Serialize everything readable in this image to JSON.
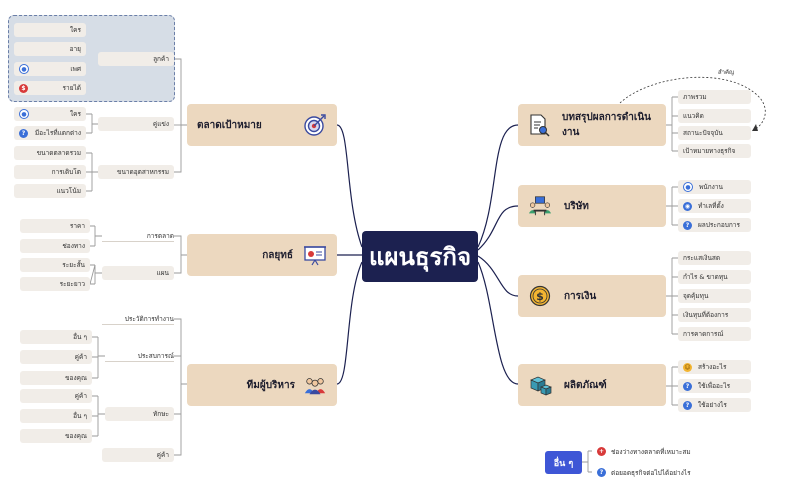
{
  "center": {
    "label": "แผนธุรกิจ"
  },
  "colors": {
    "center": "#1c2150",
    "branch": "#ecd8bf",
    "leaf": "#f1ede8",
    "line": "#1c2150",
    "accent_blue": "#3a6fd8",
    "accent_red": "#d83a3a",
    "other_btn": "#3e56d6"
  },
  "branches": {
    "marketing": {
      "label": "ตลาดเป้าหมาย",
      "icon": "target-icon",
      "customers": {
        "label": "ลูกค้า",
        "items": [
          "ใคร",
          "อายุ",
          "เพศ",
          "รายได้"
        ]
      },
      "competitors": {
        "label": "คู่แข่ง",
        "items": [
          "ใคร",
          "มีอะไรที่แตกต่าง"
        ]
      },
      "industry": {
        "label": "ขนาดอุตสาหกรรม",
        "items": [
          "ขนาดตลาดรวม",
          "การเติบโต",
          "แนวโน้ม"
        ]
      }
    },
    "strategy": {
      "label": "กลยุทธ์",
      "icon": "presentation-icon",
      "marketing_strategy": {
        "label": "การตลาด",
        "items": [
          "ราคา",
          "ช่องทาง"
        ]
      },
      "plan": {
        "label": "แผน",
        "items": [
          "ระยะสั้น",
          "ระยะยาว"
        ]
      }
    },
    "team": {
      "label": "ทีมผู้บริหาร",
      "icon": "team-icon",
      "history": {
        "label": "ประวัติการทำงาน"
      },
      "experience": {
        "label": "ประสบการณ์",
        "items": [
          "อื่น ๆ",
          "คู่ค้า",
          "ของคุณ"
        ]
      },
      "skills": {
        "label": "ทักษะ",
        "items": [
          "คู่ค้า",
          "อื่น ๆ",
          "ของคุณ"
        ]
      },
      "partners": {
        "label": "คู่ค้า"
      }
    },
    "summary": {
      "label": "บทสรุปผลการดำเนินงาน",
      "icon": "document-search-icon",
      "items": [
        "ภาพรวม",
        "แนวคิด",
        "สถานะปัจจุบัน",
        "เป้าหมายทางธุรกิจ"
      ],
      "relation_label": "สำคัญ"
    },
    "company": {
      "label": "บริษัท",
      "icon": "meeting-icon",
      "items": [
        "พนักงาน",
        "ทำเลที่ตั้ง",
        "ผลประกอบการ"
      ]
    },
    "finance": {
      "label": "การเงิน",
      "icon": "coin-icon",
      "items": [
        "กระแสเงินสด",
        "กำไร & ขาดทุน",
        "จุดคุ้มทุน",
        "เงินทุนที่ต้องการ",
        "การคาดการณ์"
      ]
    },
    "product": {
      "label": "ผลิตภัณฑ์",
      "icon": "boxes-icon",
      "items": [
        "สร้างอะไร",
        "ใช้เพื่ออะไร",
        "ใช้อย่างไร"
      ]
    }
  },
  "other": {
    "label": "อื่น ๆ",
    "items": [
      "ช่องว่างทางตลาดที่เหมาะสม",
      "ต่อยอดธุรกิจต่อไปได้อย่างไร"
    ]
  }
}
